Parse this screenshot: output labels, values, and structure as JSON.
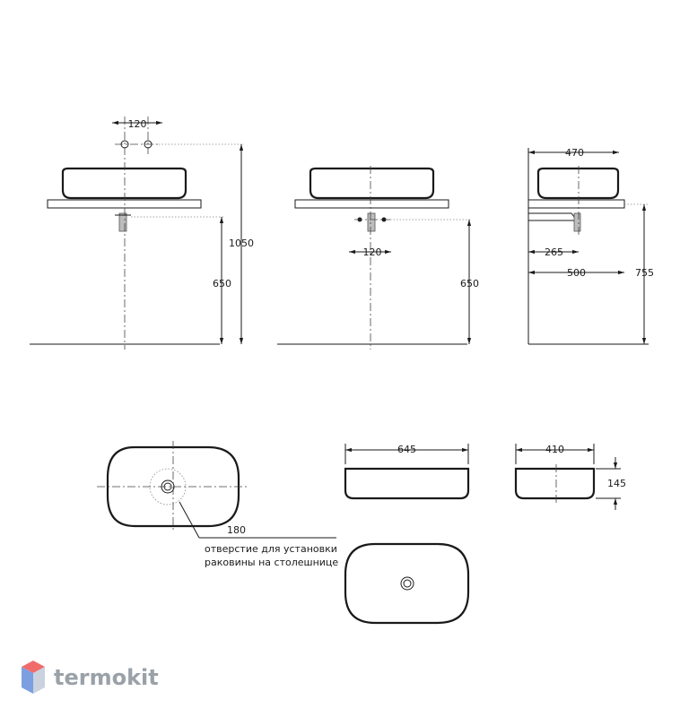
{
  "dimensions": {
    "faucet_spacing": "120",
    "total_height": "1050",
    "height_650_a": "650",
    "height_650_b": "650",
    "drain_spacing": "120",
    "side_bowl_width": "470",
    "side_drain_offset": "265",
    "side_wall_distance": "500",
    "side_height": "755",
    "top_hole_dim": "180",
    "bowl_length": "645",
    "bowl_depth": "410",
    "bowl_height": "145"
  },
  "note": {
    "line1": "отверстие для установки",
    "line2": "раковины на столешнице"
  },
  "watermark": {
    "brand": "termokit",
    "colors": {
      "top": "#f26b6b",
      "left": "#7b9fe0",
      "right": "#c9d2dd"
    }
  }
}
